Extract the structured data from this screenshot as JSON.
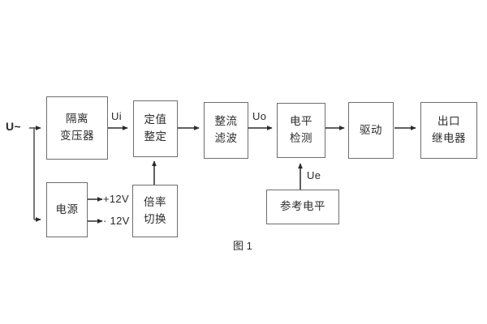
{
  "figure": {
    "caption": "图 1",
    "line_color": "#6e6e6e",
    "text_color": "#2b2b2b",
    "background": "#ffffff"
  },
  "blocks": [
    {
      "id": "isolation-transformer",
      "lines": [
        "隔离",
        "变压器"
      ]
    },
    {
      "id": "setting-value",
      "lines": [
        "定值",
        "整定"
      ]
    },
    {
      "id": "rectify-filter",
      "lines": [
        "整流",
        "滤波"
      ]
    },
    {
      "id": "level-detect",
      "lines": [
        "电平",
        "检测"
      ]
    },
    {
      "id": "driver",
      "lines": [
        "驱动"
      ]
    },
    {
      "id": "output-relay",
      "lines": [
        "出口",
        "继电器"
      ]
    },
    {
      "id": "power-supply",
      "lines": [
        "电源"
      ]
    },
    {
      "id": "multiplier-switch",
      "lines": [
        "倍率",
        "切换"
      ]
    },
    {
      "id": "reference-level",
      "lines": [
        "参考电平"
      ]
    }
  ],
  "signals": {
    "input_source": "U~",
    "ui": "Ui",
    "uo": "Uo",
    "ue": "Ue",
    "rail_positive": "+12V",
    "rail_negative": "· 12V"
  }
}
